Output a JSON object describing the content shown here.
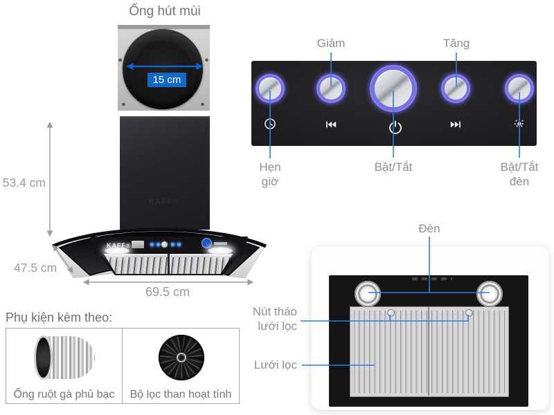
{
  "colors": {
    "callout-blue": "#2b7de0",
    "arrow-blue": "#1060d0",
    "dim-gray": "#9b9b9b",
    "label-gray": "#8f8f8f",
    "heading-gray": "#6f6f6f",
    "badge-blue-bg": "#1668c7"
  },
  "duct": {
    "title": "Ống hút mùi",
    "diameter": "15 cm"
  },
  "control_panel": {
    "top_labels": [
      {
        "label": "Giảm"
      },
      {
        "label": "Tăng"
      }
    ],
    "bottom_labels": [
      {
        "label": "Hẹn giờ"
      },
      {
        "label": "Bật/Tắt"
      },
      {
        "label": "Bật/Tắt đèn"
      }
    ],
    "buttons": [
      {
        "name": "timer"
      },
      {
        "name": "decrease"
      },
      {
        "name": "power"
      },
      {
        "name": "increase"
      },
      {
        "name": "light"
      }
    ]
  },
  "hood": {
    "brand": "KAFF®"
  },
  "dimensions": {
    "height": "53.4 cm",
    "depth": "47.5 cm",
    "width": "69.5 cm"
  },
  "underside": {
    "light_label": "Đèn",
    "filter_release_label": "Nút tháo lưới lọc",
    "filter_label": "Lưới lọc"
  },
  "accessories": {
    "heading": "Phụ kiện kèm theo:",
    "items": [
      {
        "caption": "Ống ruột gà phủ bạc"
      },
      {
        "caption": "Bộ lọc than hoạt tính"
      }
    ]
  }
}
